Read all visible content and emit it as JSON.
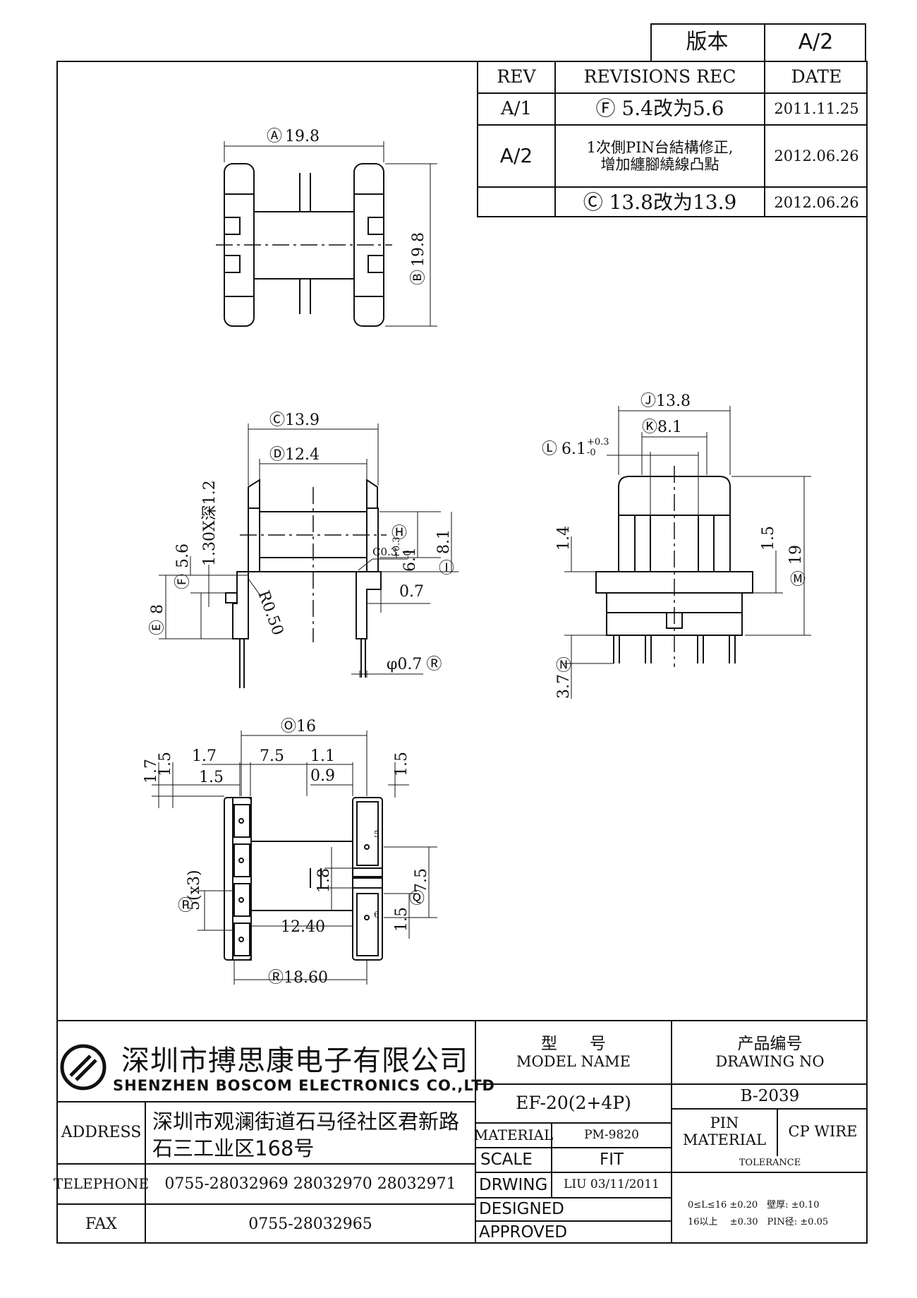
{
  "version_box": {
    "label": "版本",
    "value": "A/2"
  },
  "revisions": {
    "headers": {
      "rev": "REV",
      "rec": "REVISIONS REC",
      "date": "DATE"
    },
    "rows": [
      {
        "rev": "A/1",
        "rec": "Ⓕ 5.4改为5.6",
        "date": "2011.11.25"
      },
      {
        "rev": "A/2",
        "rec_line1": "1次側PIN台結構修正,",
        "rec_line2": "增加纏腳繞線凸點",
        "date": "2012.06.26"
      },
      {
        "rev": "",
        "rec": "Ⓒ 13.8改为13.9",
        "date": "2012.06.26"
      }
    ]
  },
  "dimensions": {
    "top_view": {
      "a": "19.8",
      "b": "19.8"
    },
    "front_view": {
      "c": "13.9",
      "d": "12.4",
      "h": "6.1",
      "h_tol_plus": "+0.3",
      "h_tol_minus": "-0",
      "i": "8.1",
      "c03": "C0.3",
      "r050": "R0.50",
      "d07": "0.7",
      "phi07": "φ0.7",
      "hole": "1.30X深1.2",
      "v56": "5.6",
      "e": "8"
    },
    "side_view": {
      "j": "13.8",
      "k": "8.1",
      "l": "6.1",
      "l_tol_plus": "+0.3",
      "l_tol_minus": "-0",
      "v14": "1.4",
      "v15": "1.5",
      "m": "19",
      "n": "3.7"
    },
    "bottom_view": {
      "o": "16",
      "v17a": "1.7",
      "v15a": "1.5",
      "v17b": "1.7",
      "v15b": "1.5",
      "v75": "7.5",
      "v11": "1.1",
      "v09": "0.9",
      "v15c": "1.5",
      "p": "5(x3)",
      "v18": "1.8",
      "q": "7.5",
      "v15d": "1.5",
      "v1240": "12.40",
      "r": "18.60",
      "pin5": "5",
      "pin6": "6"
    }
  },
  "markers": {
    "A": "Ⓐ",
    "B": "Ⓑ",
    "C": "Ⓒ",
    "D": "Ⓓ",
    "E": "Ⓔ",
    "F": "Ⓕ",
    "H": "Ⓗ",
    "I": "Ⓘ",
    "J": "Ⓙ",
    "K": "Ⓚ",
    "L": "Ⓛ",
    "M": "Ⓜ",
    "N": "Ⓝ",
    "O": "Ⓞ",
    "P": "Ⓟ",
    "Q": "Ⓠ",
    "R": "Ⓡ"
  },
  "title_block": {
    "company_cn": "深圳市搏思康电子有限公司",
    "company_en": "SHENZHEN BOSCOM ELECTRONICS CO.,LTD",
    "address_label": "ADDRESS",
    "address_line1": "深圳市观澜街道石马径社区君新路",
    "address_line2": "石三工业区168号",
    "telephone_label": "TELEPHONE",
    "telephone": "0755-28032969 28032970 28032971",
    "fax_label": "FAX",
    "fax": "0755-28032965",
    "model_cn": "型　　号",
    "model_en": "MODEL NAME",
    "model_value": "EF-20(2+4P)",
    "drawing_cn": "产品编号",
    "drawing_en": "DRAWING NO",
    "drawing_value": "B-2039",
    "material_label": "MATERIAL",
    "material_value": "PM-9820",
    "scale_label": "SCALE",
    "scale_value": "FIT",
    "drwing_label": "DRWING",
    "drwing_value": "LIU 03/11/2011",
    "designed_label": "DESIGNED",
    "approved_label": "APPROVED",
    "pin_material_label1": "PIN",
    "pin_material_label2": "MATERIAL",
    "pin_material_value": "CP WIRE",
    "tolerance_label": "TOLERANCE",
    "tol_line1": "0≤L≤16 ±0.20　壁厚: ±0.10",
    "tol_line2": "16以上　 ±0.30　PIN径: ±0.05"
  }
}
